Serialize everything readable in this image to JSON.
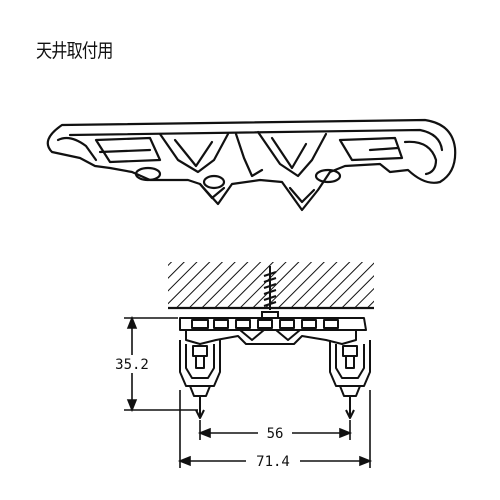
{
  "title": "天井取付用",
  "dimensions": {
    "height": "35.2",
    "inner_width": "56",
    "outer_width": "71.4"
  },
  "colors": {
    "ink": "#111111",
    "paper": "#ffffff"
  }
}
